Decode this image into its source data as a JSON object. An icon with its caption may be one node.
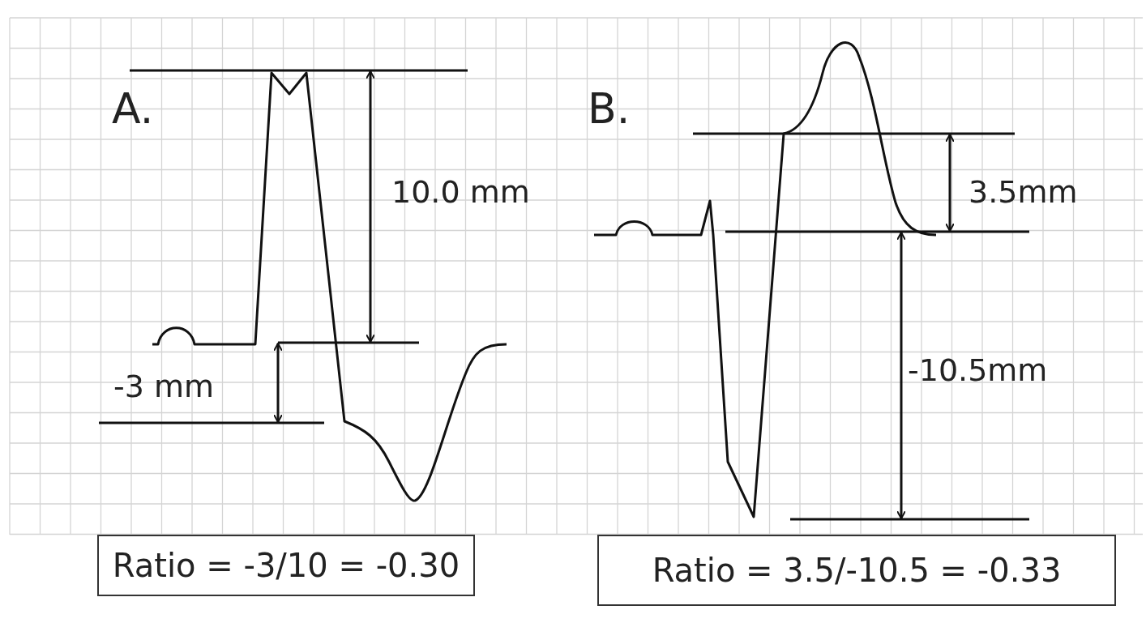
{
  "diagram": {
    "nodes": [
      {
        "text": [
          "Ratio = -3/10 = -0.30"
        ]
      },
      {
        "text": [
          "Ratio = 3.5/-10.5 = -0.33"
        ]
      }
    ],
    "labels": [
      "A.",
      "10.0 mm",
      "-3 mm",
      "B.",
      "3.5mm",
      "-10.5mm"
    ]
  }
}
